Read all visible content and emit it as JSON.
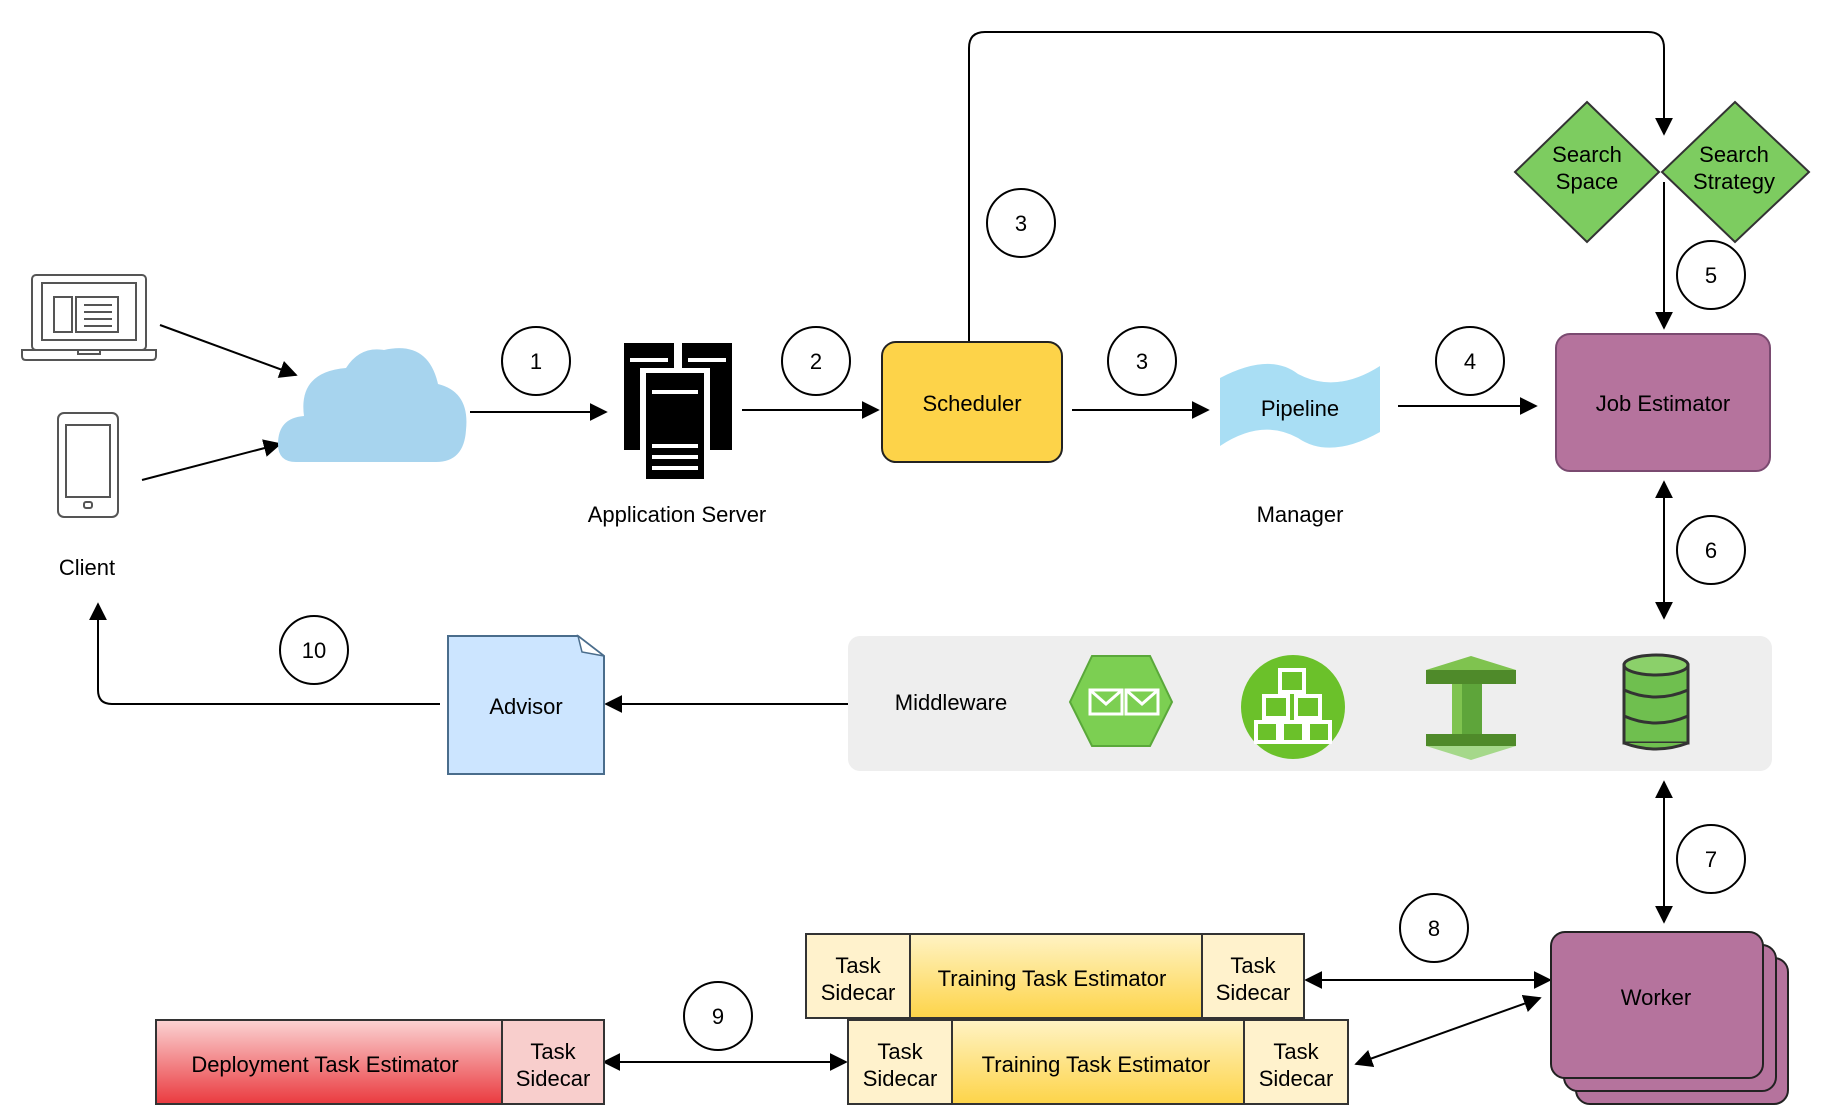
{
  "nodes": {
    "client": "Client",
    "app_server": "Application Server",
    "scheduler": "Scheduler",
    "pipeline": "Pipeline",
    "manager": "Manager",
    "job_estimator": "Job Estimator",
    "search_space": [
      "Search",
      "Space"
    ],
    "search_strategy": [
      "Search",
      "Strategy"
    ],
    "middleware": "Middleware",
    "advisor": "Advisor",
    "worker": "Worker",
    "training_task_estimator": "Training Task Estimator",
    "deployment_task_estimator": "Deployment Task Estimator",
    "task_sidecar": [
      "Task",
      "Sidecar"
    ]
  },
  "steps": [
    "1",
    "2",
    "3",
    "3",
    "4",
    "5",
    "6",
    "7",
    "8",
    "9",
    "10"
  ],
  "colors": {
    "scheduler": "#fdd349",
    "job_estimator": "#b5739d",
    "search_diamond": "#7dcc60",
    "middleware_panel": "#eeeeee",
    "advisor": "#cce5ff",
    "training": "#fff2cc",
    "deployment": "#f0595d",
    "cloud": "#a7d4ee",
    "pipeline": "#a9def4"
  },
  "icons": [
    "laptop-icon",
    "tablet-icon",
    "cloud-icon",
    "server-icon",
    "message-queue-icon",
    "cubes-icon",
    "storage-icon",
    "database-icon"
  ]
}
